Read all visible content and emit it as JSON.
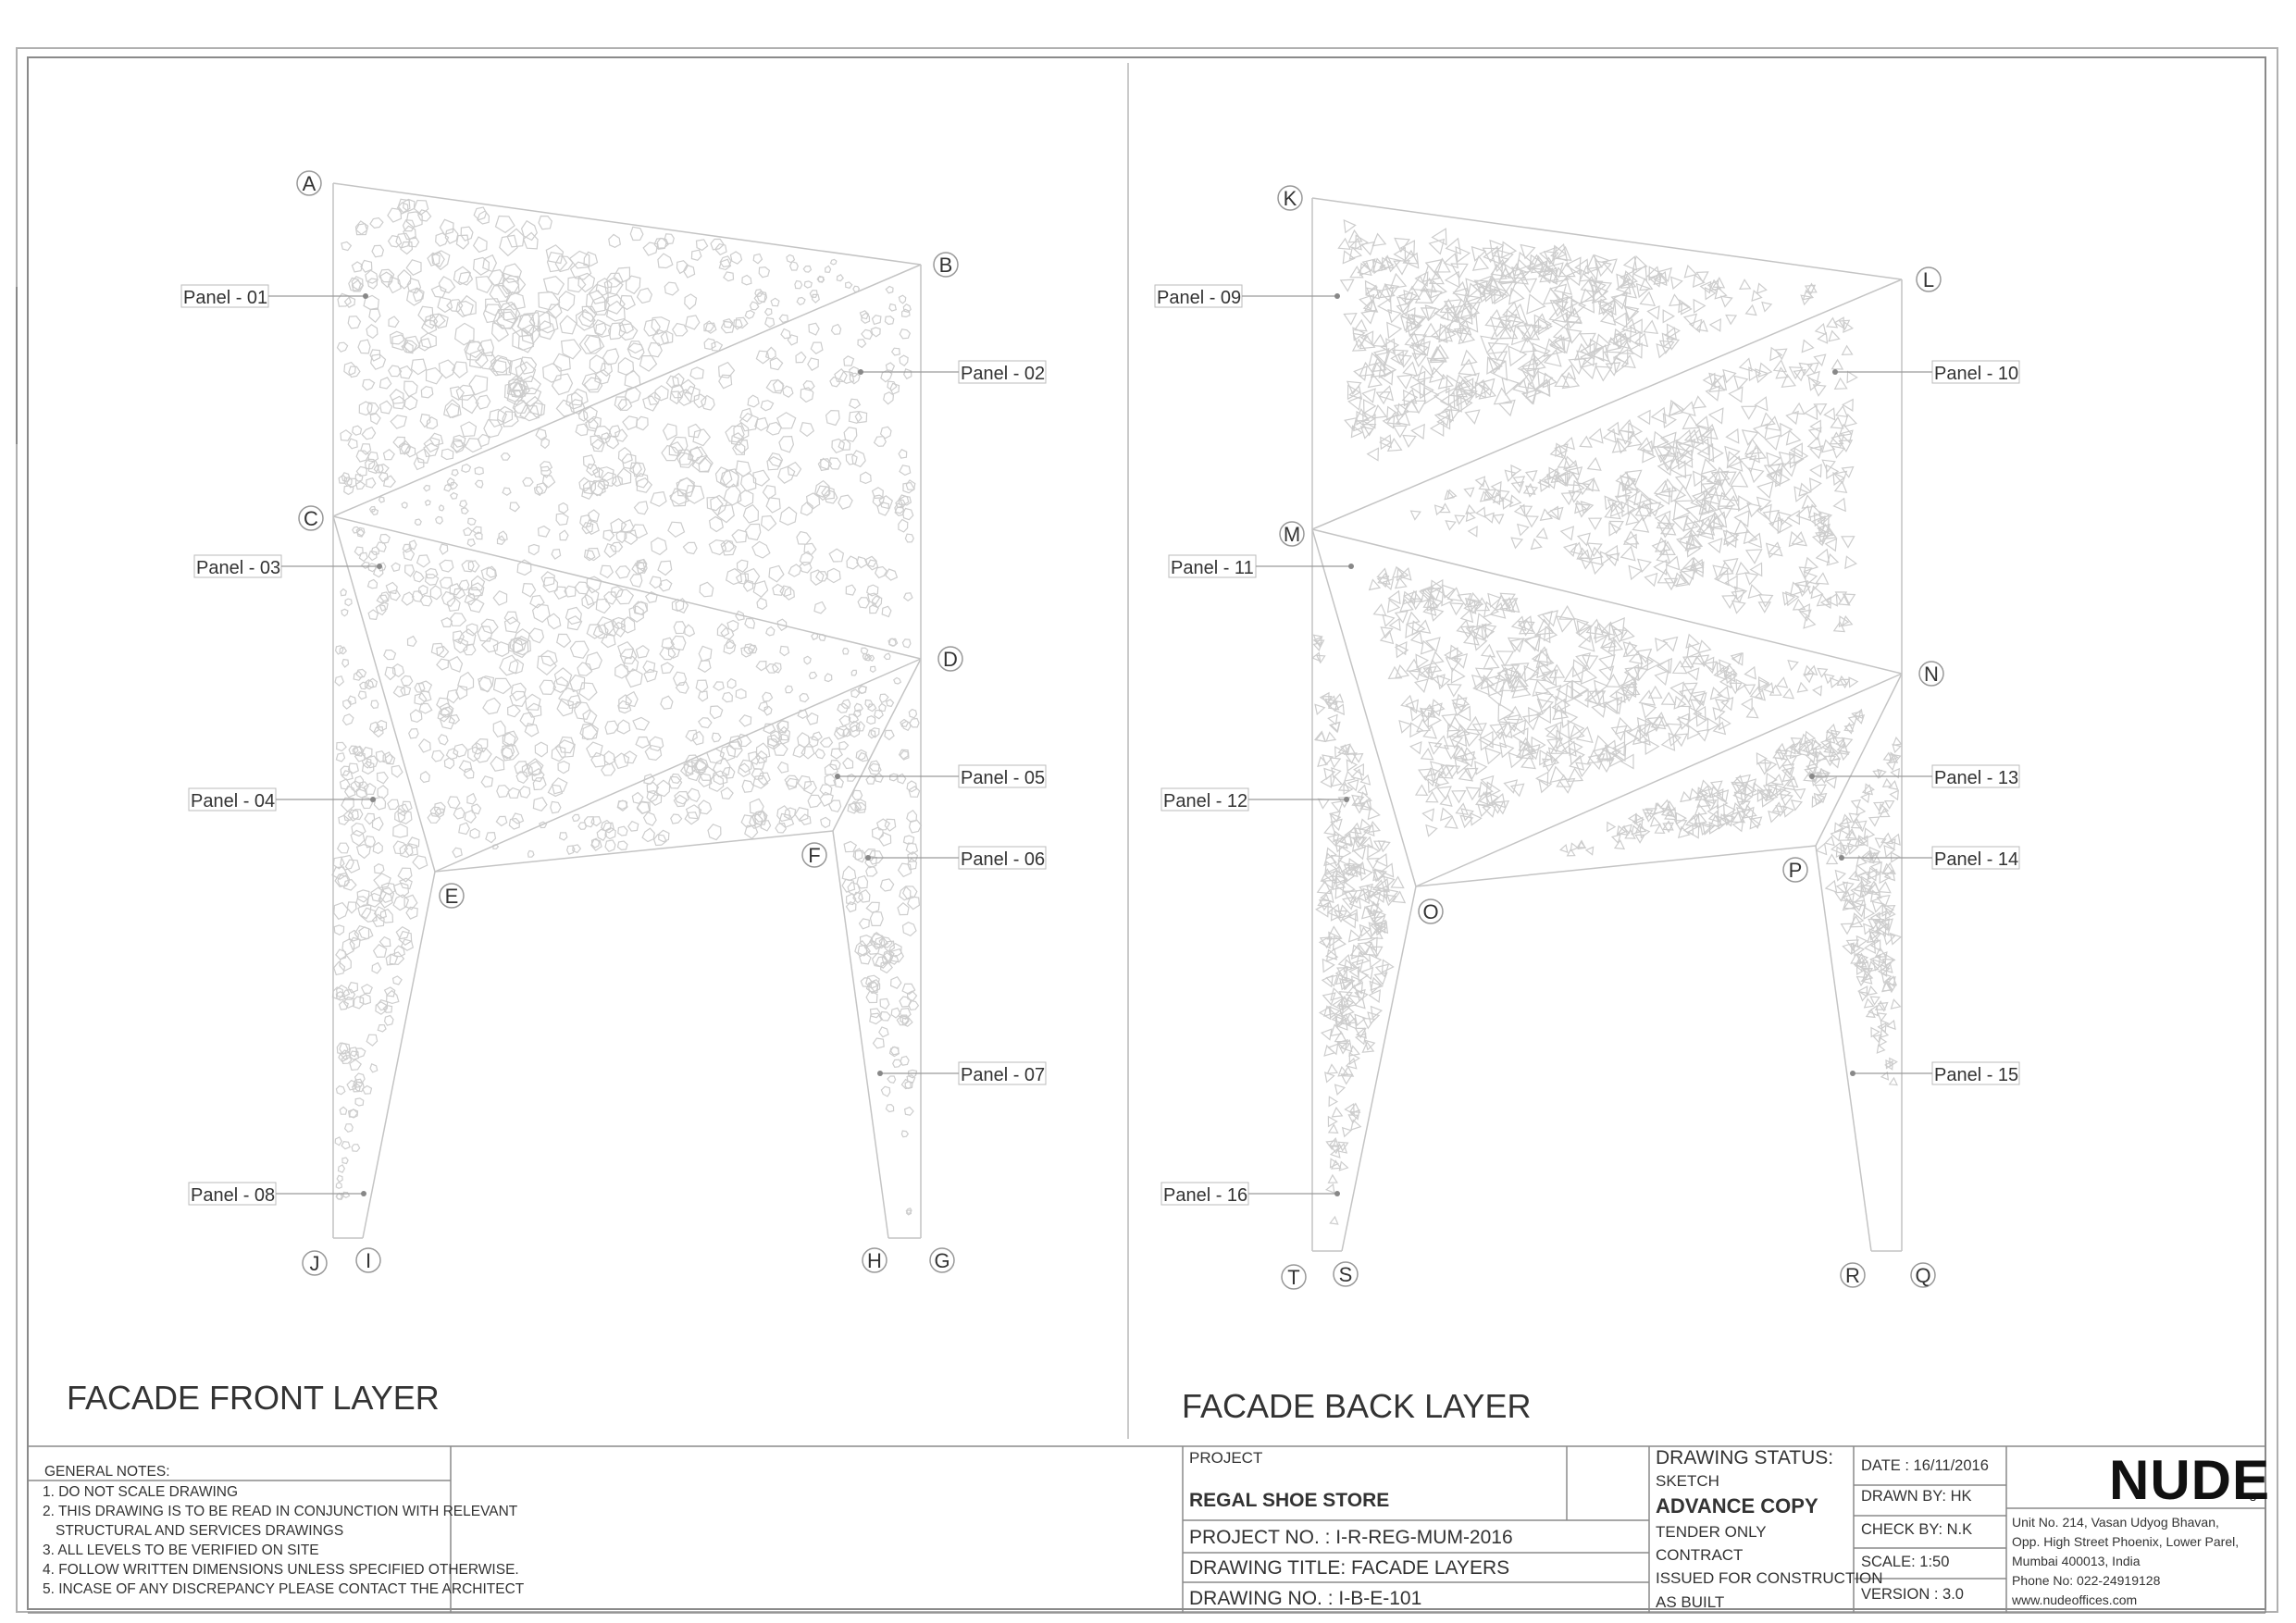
{
  "front_layer": {
    "title": "FACADE FRONT LAYER",
    "points": [
      {
        "id": "A",
        "label": "A"
      },
      {
        "id": "B",
        "label": "B"
      },
      {
        "id": "C",
        "label": "C"
      },
      {
        "id": "D",
        "label": "D"
      },
      {
        "id": "E",
        "label": "E"
      },
      {
        "id": "F",
        "label": "F"
      },
      {
        "id": "G",
        "label": "G"
      },
      {
        "id": "H",
        "label": "H"
      },
      {
        "id": "I",
        "label": "I"
      },
      {
        "id": "J",
        "label": "J"
      }
    ],
    "panels": [
      {
        "id": "p01",
        "label": "Panel - 01"
      },
      {
        "id": "p02",
        "label": "Panel - 02"
      },
      {
        "id": "p03",
        "label": "Panel - 03"
      },
      {
        "id": "p04",
        "label": "Panel - 04"
      },
      {
        "id": "p05",
        "label": "Panel - 05"
      },
      {
        "id": "p06",
        "label": "Panel - 06"
      },
      {
        "id": "p07",
        "label": "Panel - 07"
      },
      {
        "id": "p08",
        "label": "Panel - 08"
      }
    ]
  },
  "back_layer": {
    "title": "FACADE BACK LAYER",
    "points": [
      {
        "id": "K",
        "label": "K"
      },
      {
        "id": "L",
        "label": "L"
      },
      {
        "id": "M",
        "label": "M"
      },
      {
        "id": "N",
        "label": "N"
      },
      {
        "id": "O",
        "label": "O"
      },
      {
        "id": "P",
        "label": "P"
      },
      {
        "id": "Q",
        "label": "Q"
      },
      {
        "id": "R",
        "label": "R"
      },
      {
        "id": "S",
        "label": "S"
      },
      {
        "id": "T",
        "label": "T"
      }
    ],
    "panels": [
      {
        "id": "p09",
        "label": "Panel - 09"
      },
      {
        "id": "p10",
        "label": "Panel - 10"
      },
      {
        "id": "p11",
        "label": "Panel - 11"
      },
      {
        "id": "p12",
        "label": "Panel - 12"
      },
      {
        "id": "p13",
        "label": "Panel - 13"
      },
      {
        "id": "p14",
        "label": "Panel - 14"
      },
      {
        "id": "p15",
        "label": "Panel - 15"
      },
      {
        "id": "p16",
        "label": "Panel - 16"
      }
    ]
  },
  "general_notes": {
    "heading": "GENERAL NOTES:",
    "lines": [
      "1. DO NOT SCALE DRAWING",
      "2. THIS DRAWING IS TO BE READ IN CONJUNCTION WITH RELEVANT",
      "STRUCTURAL AND SERVICES DRAWINGS",
      "3. ALL LEVELS TO BE VERIFIED ON SITE",
      "4. FOLLOW WRITTEN DIMENSIONS UNLESS SPECIFIED OTHERWISE.",
      "5. INCASE OF ANY DISCREPANCY PLEASE CONTACT THE ARCHITECT"
    ]
  },
  "title_block": {
    "project_label": "PROJECT",
    "project_name": "REGAL SHOE STORE",
    "project_no": "PROJECT NO. : I-R-REG-MUM-2016",
    "drawing_title": "DRAWING TITLE: FACADE LAYERS",
    "drawing_no": "DRAWING NO. : I-B-E-101",
    "status_label": "DRAWING STATUS:",
    "status_options": [
      "SKETCH",
      "ADVANCE COPY",
      "TENDER ONLY",
      "CONTRACT",
      "ISSUED FOR CONSTRUCTION",
      "AS BUILT"
    ],
    "selected_status": "ADVANCE COPY",
    "date": "DATE : 16/11/2016",
    "drawn_by": "DRAWN BY: HK",
    "check_by": "CHECK BY: N.K",
    "scale": "SCALE: 1:50",
    "version": "VERSION : 3.0",
    "logo_text": "NUDE",
    "logo_suffix": "s",
    "address": [
      "Unit No. 214, Vasan Udyog Bhavan,",
      "Opp. High Street Phoenix, Lower Parel,",
      "Mumbai 400013, India",
      "Phone No: 022-24919128",
      "www.nudeoffices.com"
    ]
  },
  "colors": {
    "frame": "#8a8a8a",
    "drawing_line": "#c4c4c4",
    "pattern": "#cdcdcd",
    "leader": "#9a9a9a",
    "text": "#333333"
  }
}
